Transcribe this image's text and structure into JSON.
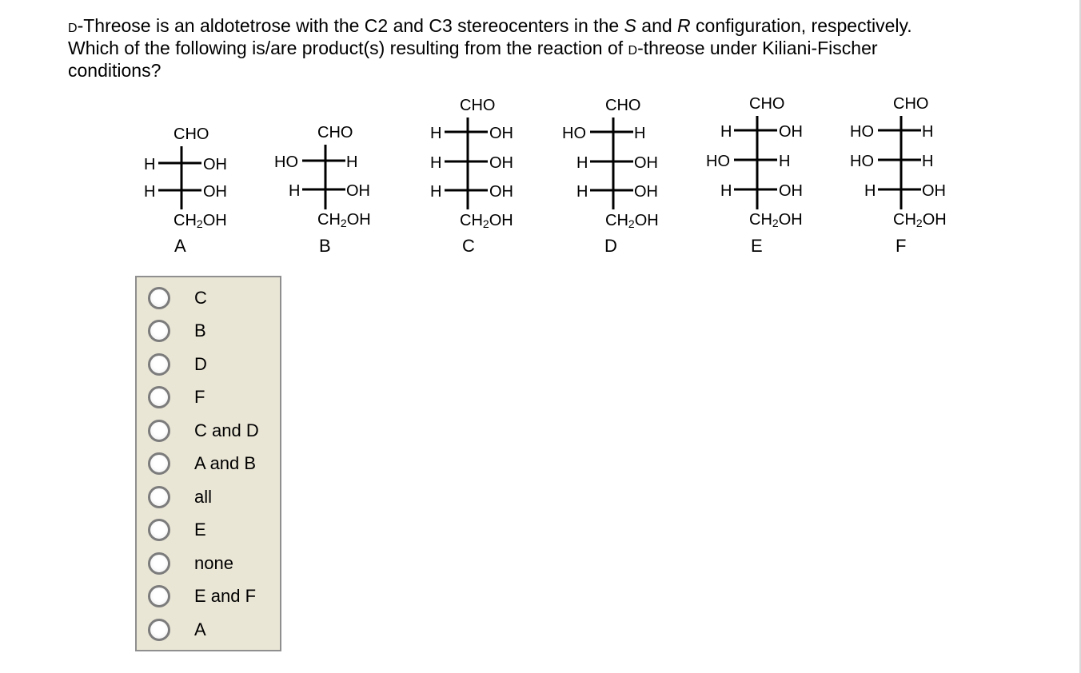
{
  "question": {
    "part1_prefix": "D",
    "part1_text": "-Threose is an aldotetrose with the C2 and C3 stereocenters in the ",
    "S": "S",
    "and": " and ",
    "R": "R",
    "part1_end": " configuration, respectively.",
    "part2_text": "Which of the following is/are product(s) resulting from the reaction of ",
    "part2_prefix": "D",
    "part2_end": "-threose under Kiliani-Fischer",
    "part3": "conditions?"
  },
  "structures": {
    "top": "CHO",
    "bottom": "CH2OH",
    "H": "H",
    "OH": "OH",
    "HO": "HO",
    "A": "A",
    "B": "B",
    "C": "C",
    "D": "D",
    "E": "E",
    "F": "F"
  },
  "choices": [
    "C",
    "B",
    "D",
    "F",
    "C and D",
    "A and B",
    "all",
    "E",
    "none",
    "E and F",
    "A"
  ]
}
